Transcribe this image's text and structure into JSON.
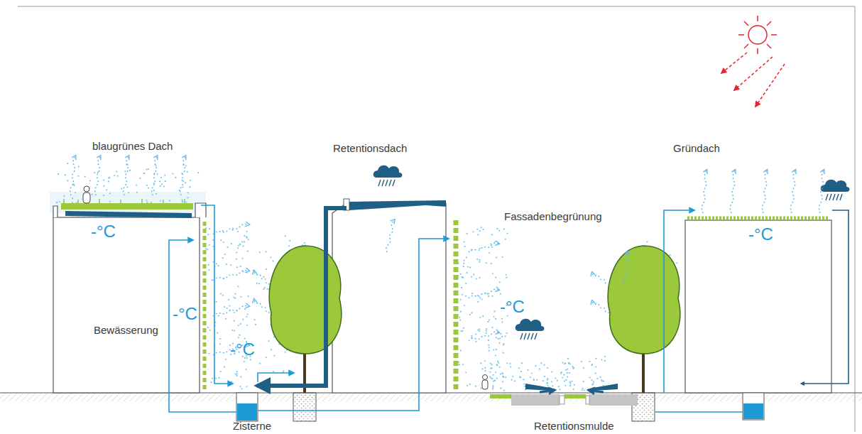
{
  "diagram": {
    "labels": [
      "blaugrünes Dach",
      "Retentionsdach",
      "Gründach",
      "Fassadenbegrünung",
      "Bewässerung",
      "Zisterne",
      "Retentionsmulde",
      "-°C",
      "-°C",
      "-°C",
      "-°C",
      "-°C"
    ]
  }
}
